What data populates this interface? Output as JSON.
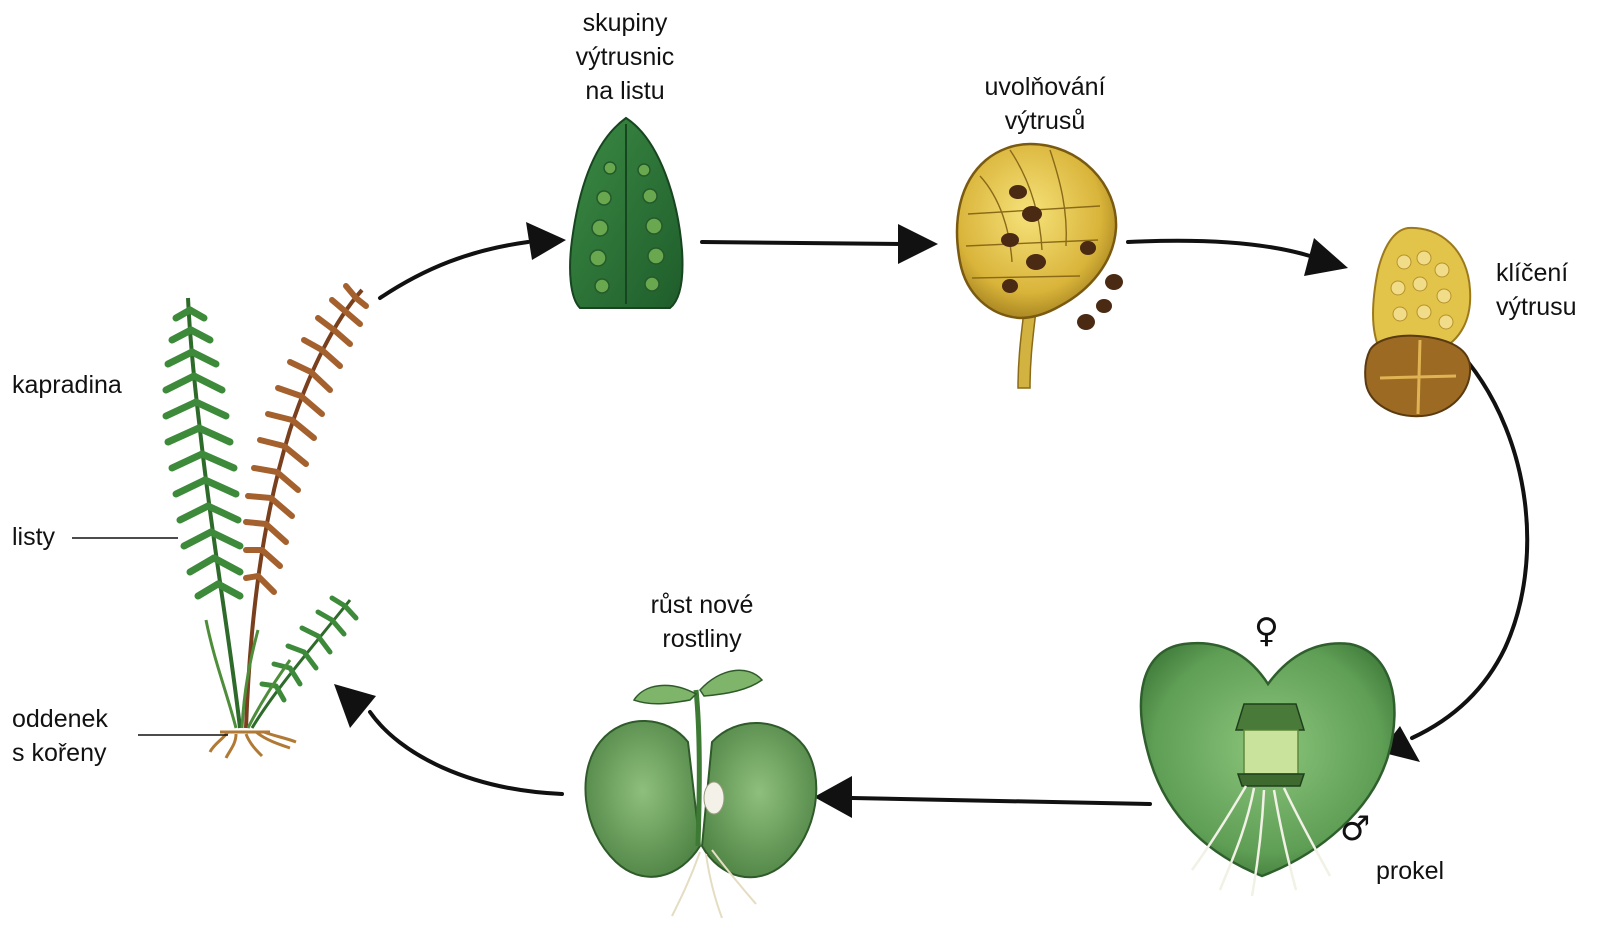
{
  "diagram": {
    "labels": {
      "fern": "kapradina",
      "leaves": "listy",
      "rhizome_line1": "oddenek",
      "rhizome_line2": "s kořeny",
      "sori_line1": "skupiny",
      "sori_line2": "výtrusnic",
      "sori_line3": "na listu",
      "release_line1": "uvolňování",
      "release_line2": "výtrusů",
      "germination_line1": "klíčení",
      "germination_line2": "výtrusu",
      "prothallus": "prokel",
      "growth_line1": "růst nové",
      "growth_line2": "rostliny"
    },
    "symbols": {
      "female": "♀",
      "male": "♂"
    },
    "colors": {
      "arrow": "#111111",
      "leaf_green": "#2f7d3a",
      "spore_yellow": "#d9b43a",
      "fern_brown": "#9a5a2a",
      "prothallus_green": "#6fae62"
    },
    "cycle_order": [
      "fern",
      "sori",
      "release",
      "germination",
      "prothallus",
      "growth"
    ]
  }
}
